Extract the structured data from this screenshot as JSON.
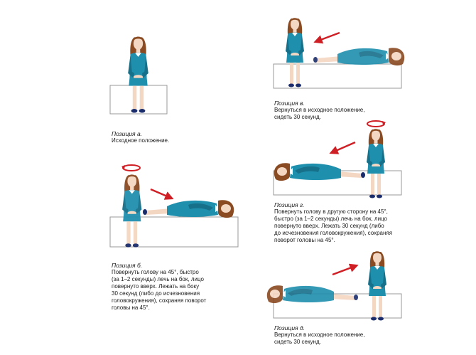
{
  "colors": {
    "dress": "#1f8fae",
    "dress_dark": "#16708a",
    "hair": "#8a4a22",
    "skin": "#f4d7c2",
    "arrow": "#cf1f25",
    "bench_stroke": "#9a9a9a",
    "shoe": "#1a2c6b"
  },
  "positions": [
    {
      "id": "a",
      "title": "Позиция а.",
      "lines": [
        "Исходное положение."
      ]
    },
    {
      "id": "b",
      "title": "Позиция б.",
      "lines": [
        "Повернуть голову на 45°, быстро",
        "(за 1–2 секунды) лечь на бок, лицо",
        "повернуто вверх. Лежать на боку",
        "30 секунд (либо до исчезновения",
        "головокружения), сохраняя поворот",
        "головы на 45°."
      ]
    },
    {
      "id": "v",
      "title": "Позиция в.",
      "lines": [
        "Вернуться в исходное положение,",
        "сидеть 30 секунд."
      ]
    },
    {
      "id": "g",
      "title": "Позиция г.",
      "lines": [
        "Повернуть голову в другую сторону на 45°,",
        "быстро (за 1–2 секунды) лечь на бок, лицо",
        "повернуто вверх. Лежать 30 секунд (либо",
        "до исчезновения головокружения), сохраняя",
        "поворот головы на 45°."
      ]
    },
    {
      "id": "d",
      "title": "Позиция д.",
      "lines": [
        "Вернуться в исходное положение,",
        "сидеть 30 секунд."
      ]
    }
  ]
}
